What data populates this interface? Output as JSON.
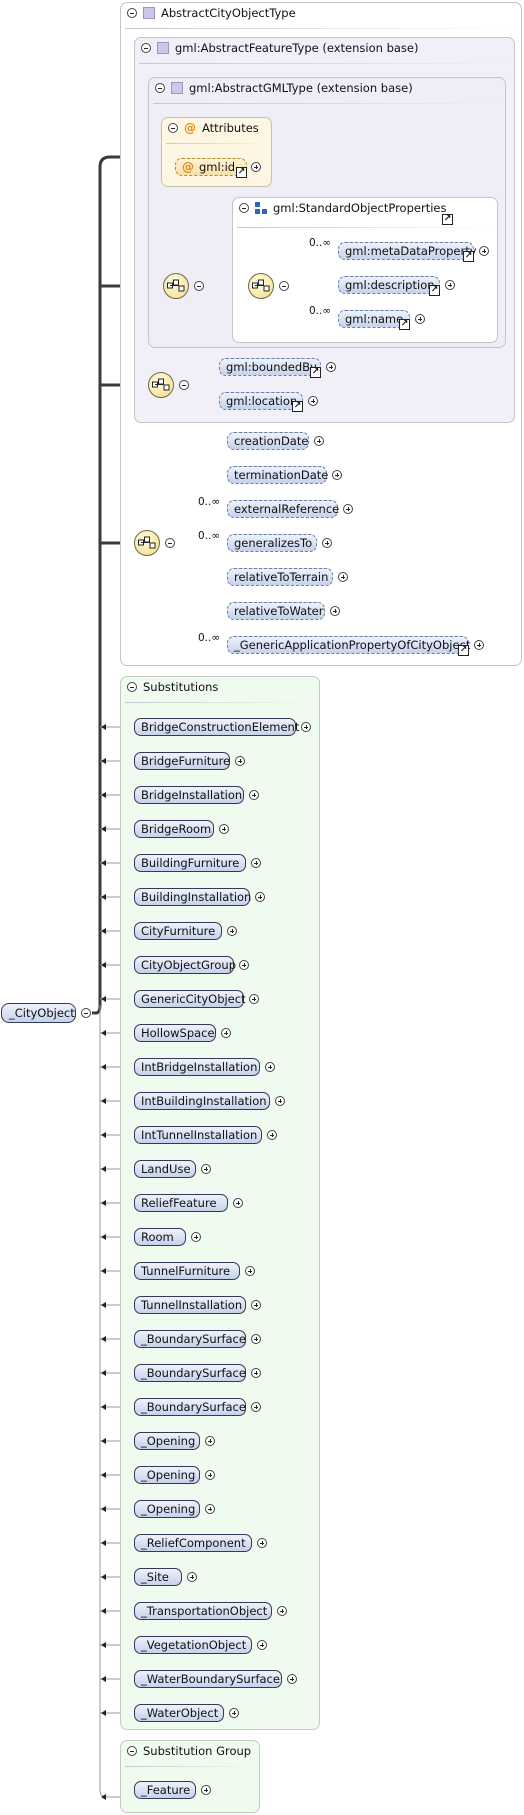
{
  "root": {
    "label": "_CityObject"
  },
  "type": {
    "title": "AbstractCityObjectType",
    "feature_title": "gml:AbstractFeatureType (extension base)",
    "gml_title": "gml:AbstractGMLType (extension base)",
    "attributes": {
      "title": "Attributes",
      "id_label": "gml:id"
    },
    "std_props": {
      "title": "gml:StandardObjectProperties",
      "items": [
        {
          "label": "gml:metaDataProperty",
          "card": "0..∞"
        },
        {
          "label": "gml:description",
          "card": ""
        },
        {
          "label": "gml:name",
          "card": "0..∞"
        }
      ]
    },
    "feature_items": [
      {
        "label": "gml:boundedBy"
      },
      {
        "label": "gml:location"
      }
    ],
    "city_items": [
      {
        "label": "creationDate",
        "card": ""
      },
      {
        "label": "terminationDate",
        "card": ""
      },
      {
        "label": "externalReference",
        "card": "0..∞"
      },
      {
        "label": "generalizesTo",
        "card": "0..∞"
      },
      {
        "label": "relativeToTerrain",
        "card": ""
      },
      {
        "label": "relativeToWater",
        "card": ""
      },
      {
        "label": "_GenericApplicationPropertyOfCityObject",
        "card": "0..∞"
      }
    ]
  },
  "substitutions": {
    "title": "Substitutions",
    "items": [
      "BridgeConstructionElement",
      "BridgeFurniture",
      "BridgeInstallation",
      "BridgeRoom",
      "BuildingFurniture",
      "BuildingInstallation",
      "CityFurniture",
      "CityObjectGroup",
      "GenericCityObject",
      "HollowSpace",
      "IntBridgeInstallation",
      "IntBuildingInstallation",
      "IntTunnelInstallation",
      "LandUse",
      "ReliefFeature",
      "Room",
      "TunnelFurniture",
      "TunnelInstallation",
      "_BoundarySurface",
      "_BoundarySurface",
      "_BoundarySurface",
      "_Opening",
      "_Opening",
      "_Opening",
      "_ReliefComponent",
      "_Site",
      "_TransportationObject",
      "_VegetationObject",
      "_WaterBoundarySurface",
      "_WaterObject"
    ]
  },
  "substitution_group": {
    "title": "Substitution Group",
    "label": "_Feature"
  },
  "colors": {
    "lines": "#3a3a3a",
    "element_fill": "#c5d2ec",
    "substitutions_bg": "#f0fbf0"
  },
  "icons": {
    "collapse": "minus-circle-icon",
    "expand": "plus-circle-icon",
    "complex_type": "complex-type-icon",
    "attribute": "attribute-at-icon",
    "group": "group-icon",
    "sequence": "sequence-compositor-icon",
    "reference": "reference-arrow-icon"
  }
}
